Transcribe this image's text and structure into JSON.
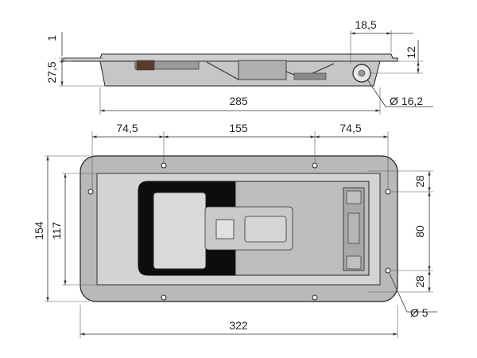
{
  "dimensions": {
    "side_tab_thickness": "1",
    "side_height": "27,5",
    "side_hole_offset": "18,5",
    "side_hole_vertical": "12",
    "side_length": "285",
    "side_hole_diameter": "Ø 16,2",
    "top_left_spacing": "74,5",
    "top_middle_spacing": "155",
    "top_right_spacing": "74,5",
    "total_height": "154",
    "inner_height": "117",
    "right_top_spacing": "28",
    "right_middle_spacing": "80",
    "right_bottom_spacing": "28",
    "hole_diameter": "Ø 5",
    "total_width": "322"
  },
  "colors": {
    "flange": "#b9b9b9",
    "tray": "#d4d4d4",
    "recess": "#0d0d0d",
    "pad": "#d9d9d9",
    "mechanism": "#bdbdbd",
    "side_body": "#c6c6c6"
  }
}
